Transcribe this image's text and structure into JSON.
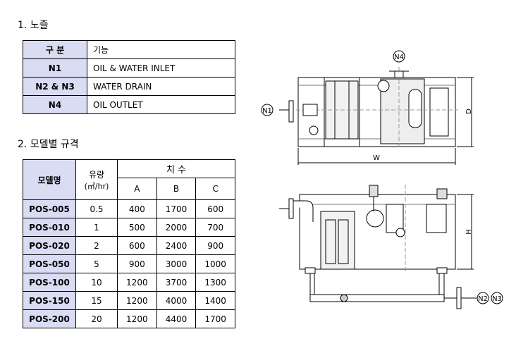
{
  "section1": {
    "title": "1. 노즐",
    "header": {
      "col1": "구 분",
      "col2": "기능"
    },
    "rows": [
      {
        "id": "N1",
        "func": "OIL & WATER INLET"
      },
      {
        "id": "N2 & N3",
        "func": "WATER DRAIN"
      },
      {
        "id": "N4",
        "func": "OIL OUTLET"
      }
    ]
  },
  "section2": {
    "title": "2. 모델별 규격",
    "header": {
      "model": "모델명",
      "flow": "유량",
      "flow_unit": "(㎥/hr)",
      "dims": "치 수",
      "a": "A",
      "b": "B",
      "c": "C"
    },
    "rows": [
      {
        "model": "POS-005",
        "flow": "0.5",
        "a": "400",
        "b": "1700",
        "c": "600"
      },
      {
        "model": "POS-010",
        "flow": "1",
        "a": "500",
        "b": "2000",
        "c": "700"
      },
      {
        "model": "POS-020",
        "flow": "2",
        "a": "600",
        "b": "2400",
        "c": "900"
      },
      {
        "model": "POS-050",
        "flow": "5",
        "a": "900",
        "b": "3000",
        "c": "1000"
      },
      {
        "model": "POS-100",
        "flow": "10",
        "a": "1200",
        "b": "3700",
        "c": "1300"
      },
      {
        "model": "POS-150",
        "flow": "15",
        "a": "1200",
        "b": "4000",
        "c": "1400"
      },
      {
        "model": "POS-200",
        "flow": "20",
        "a": "1200",
        "b": "4400",
        "c": "1700"
      }
    ]
  },
  "drawing": {
    "labels": {
      "n1": "N1",
      "n2": "N2",
      "n3": "N3",
      "n4": "N4",
      "w": "W",
      "d": "D",
      "h": "H"
    }
  }
}
